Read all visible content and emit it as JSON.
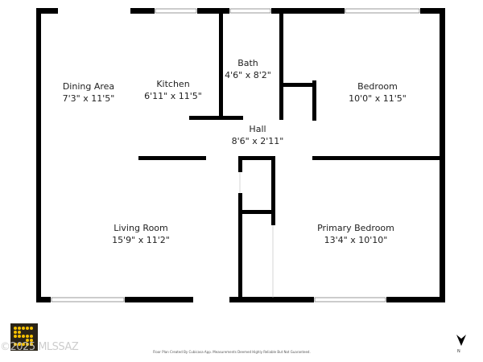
{
  "rooms": [
    {
      "name": "Dining Area",
      "size": "7'3\" x 11'5\""
    },
    {
      "name": "Kitchen",
      "size": "6'11\" x 11'5\""
    },
    {
      "name": "Bath",
      "size": "4'6\" x 8'2\""
    },
    {
      "name": "Bedroom",
      "size": "10'0\" x 11'5\""
    },
    {
      "name": "Hall",
      "size": "8'6\" x 2'11\""
    },
    {
      "name": "Living Room",
      "size": "15'9\" x 11'2\""
    },
    {
      "name": "Primary Bedroom",
      "size": "13'4\" x 10'10\""
    }
  ],
  "credit": "Floor Plan Created By Cubicasa App. Measurements Deemed Highly Reliable But Not Guaranteed.",
  "watermark": "©2025 MLSSAZ",
  "north_label": "N",
  "colors": {
    "wall": "#000000",
    "logo_bg": "#2a2418",
    "logo_dots": "#f5c000"
  }
}
